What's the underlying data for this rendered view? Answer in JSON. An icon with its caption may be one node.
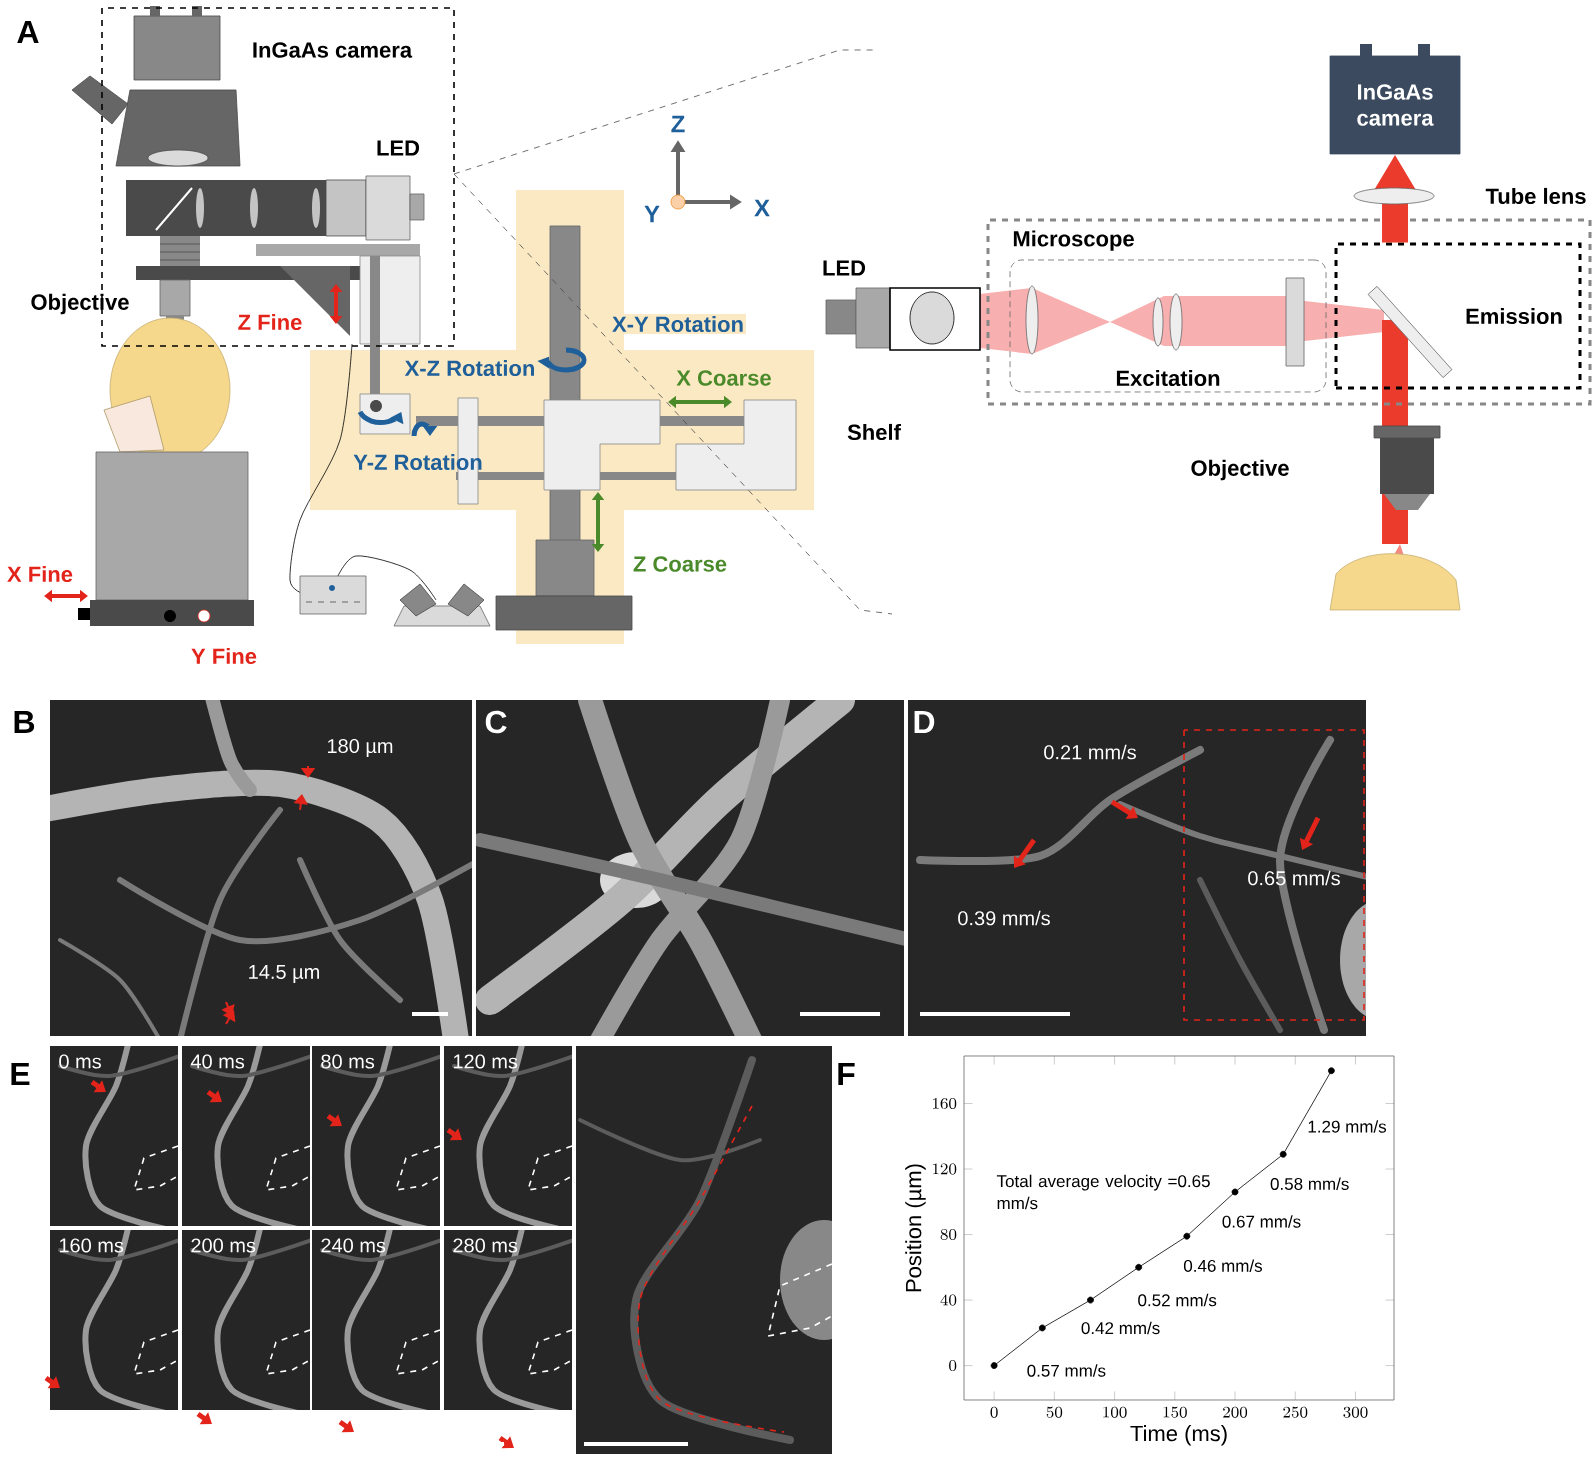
{
  "diagram": {
    "nodes": [
      {
        "text": [
          "InGaAs camera"
        ]
      },
      {
        "text": [
          "Microscope"
        ]
      },
      {
        "text": [
          "Excitation"
        ],
        "in": 1
      },
      {
        "text": [
          "Emission"
        ],
        "in": 1
      }
    ],
    "edges": [
      {
        "from": 3,
        "to": 0,
        "arrow": "to"
      }
    ],
    "labels": [
      "A",
      "InGaAs camera",
      "LED",
      "Z",
      "Y",
      "X",
      "LED",
      "Tube lens",
      "Objective",
      "Z Fine",
      "X-Y Rotation",
      "X-Z Rotation",
      "X Coarse",
      "Shelf",
      "Y-Z Rotation",
      "Objective",
      "Z Coarse",
      "X Fine",
      "Y Fine",
      "B",
      "180 µm",
      "14.5 µm",
      "C",
      "D",
      "0.21 mm/s",
      "0.65 mm/s",
      "0.39 mm/s",
      "E",
      "0 ms",
      "40 ms",
      "80 ms",
      "120 ms",
      "160 ms",
      "200 ms",
      "240 ms",
      "280 ms",
      "F"
    ],
    "chart_data": {
      "type": "line",
      "xlabel": "Time (ms)",
      "ylabel": "Position (µm)",
      "x": [
        0,
        40,
        80,
        120,
        160,
        200,
        240,
        280
      ],
      "series": [
        {
          "color": "#000000",
          "marker": "circle",
          "values": [
            0,
            23,
            40,
            60,
            79,
            106,
            129,
            180
          ]
        }
      ],
      "xlim": [
        -25,
        332
      ],
      "ylim": [
        -21,
        189
      ],
      "xticks": [
        0,
        50,
        100,
        150,
        200,
        250,
        300
      ],
      "yticks": [
        0,
        40,
        80,
        120,
        160
      ],
      "annotations": [
        "Total average velocity =0.65 mm/s",
        "0.57 mm/s",
        "0.42 mm/s",
        "0.52 mm/s",
        "0.46 mm/s",
        "0.67 mm/s",
        "0.58 mm/s",
        "1.29 mm/s"
      ]
    }
  }
}
